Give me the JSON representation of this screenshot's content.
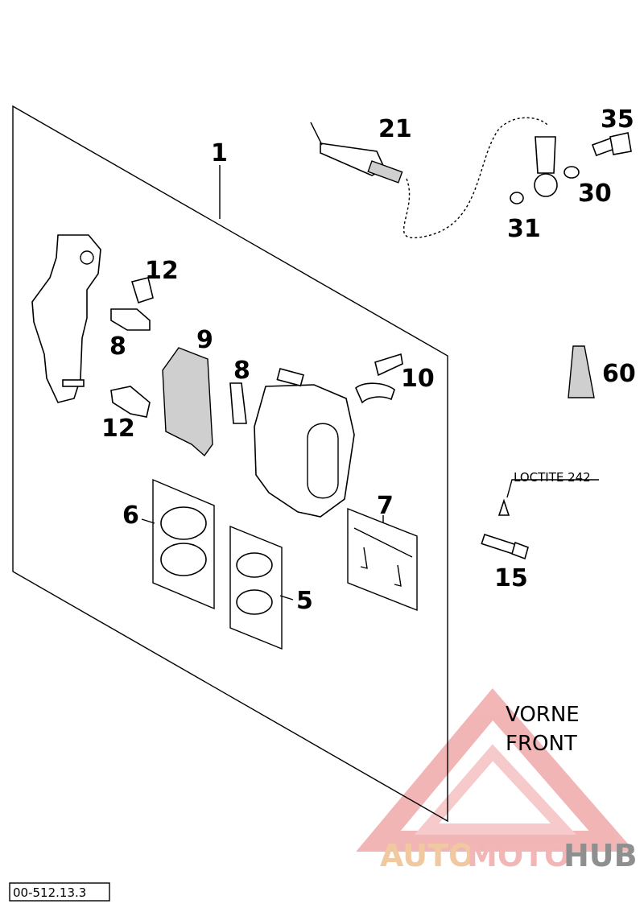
{
  "labels": {
    "p1": "1",
    "p21": "21",
    "p35": "35",
    "p30": "30",
    "p31": "31",
    "p12a": "12",
    "p8a": "8",
    "p9": "9",
    "p8b": "8",
    "p10": "10",
    "p60": "60",
    "p12b": "12",
    "p6": "6",
    "p7": "7",
    "p5": "5",
    "p15": "15"
  },
  "loctite": "LOCTITE 242",
  "direction": {
    "line1": "VORNE",
    "line2": "FRONT"
  },
  "reference": "00-512.13.3",
  "watermark": {
    "auto": "AUTO",
    "moto": "MOTO",
    "hub": "HUB",
    "colors": {
      "auto": "#f1c9a0",
      "moto": "#f2b6b6",
      "hub": "#8f8f8f",
      "triangle": "#f0a0a0"
    }
  }
}
